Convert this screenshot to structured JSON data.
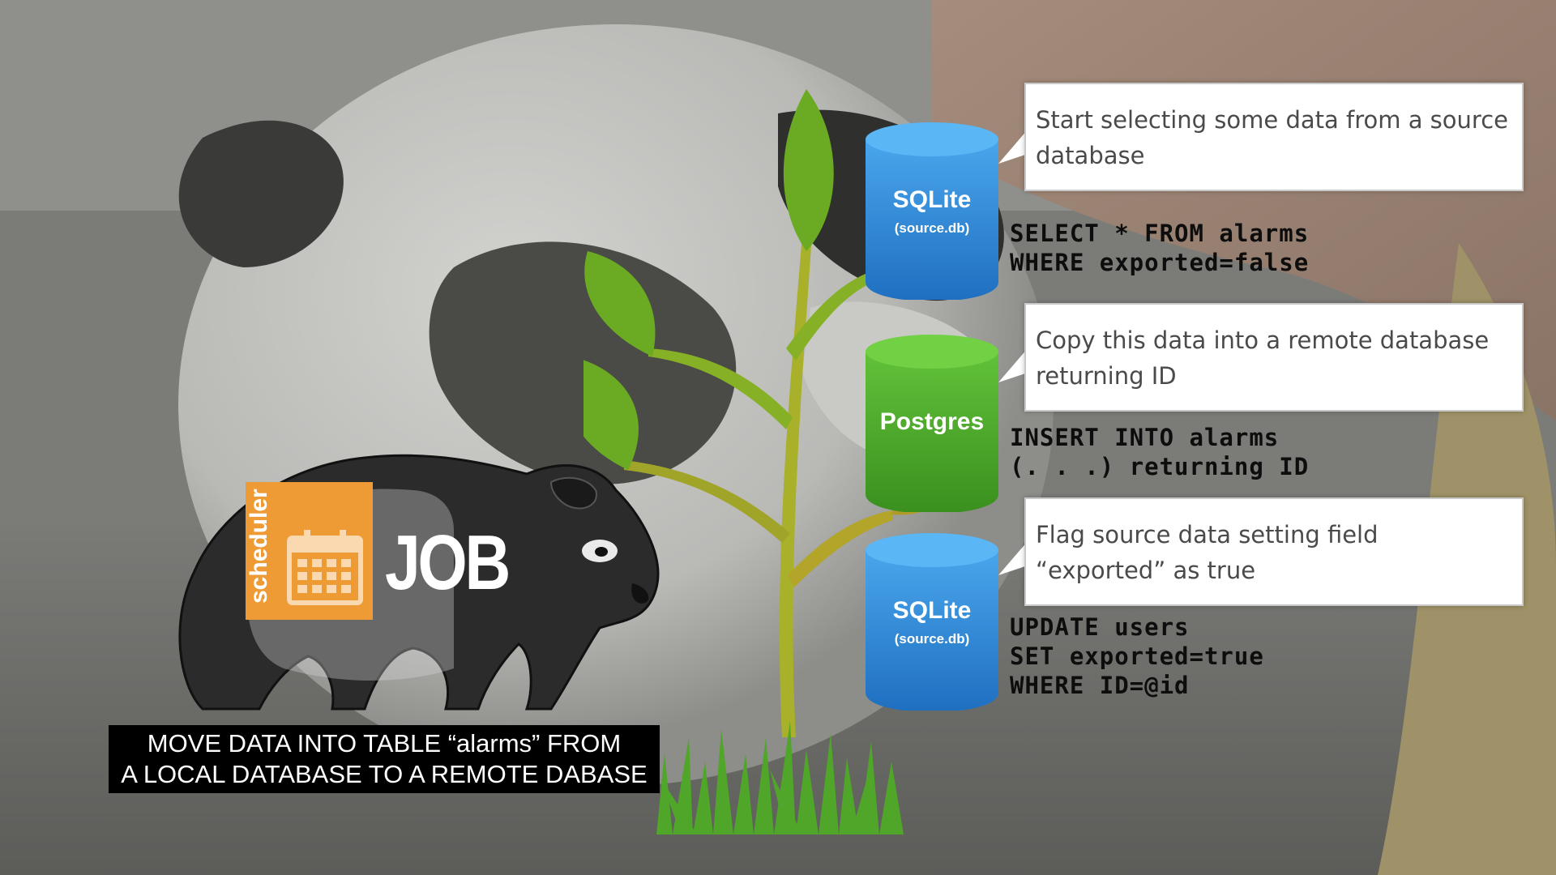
{
  "colors": {
    "sqlite_blue": "#2f8fdc",
    "postgres_green": "#4fae2c",
    "scheduler_orange": "#ee9a35",
    "leaf_green": "#63a91f",
    "callout_text": "#4a4a4a"
  },
  "job": {
    "badge_label": "scheduler",
    "title": "JOB",
    "caption_line1": "MOVE DATA INTO TABLE “alarms” FROM",
    "caption_line2": "A LOCAL DATABASE TO A REMOTE DABASE",
    "badge_icon": "calendar-icon",
    "mascot_icon": "panda-icon"
  },
  "steps": [
    {
      "db_name": "SQLite",
      "db_sub": "(source.db)",
      "db_icon": "database-icon",
      "callout": "Start selecting some data from a source database",
      "sql_line1": "SELECT * FROM alarms",
      "sql_line2": "WHERE exported=false"
    },
    {
      "db_name": "Postgres",
      "db_icon": "database-icon",
      "callout": "Copy this data into a remote database returning ID",
      "sql_line1": "INSERT INTO alarms",
      "sql_line2": "(. . .) returning ID"
    },
    {
      "db_name": "SQLite",
      "db_sub": "(source.db)",
      "db_icon": "database-icon",
      "callout": "Flag source data setting field “exported” as true",
      "sql_line1": "UPDATE users",
      "sql_line2": "SET exported=true",
      "sql_line3": "WHERE ID=@id"
    }
  ]
}
